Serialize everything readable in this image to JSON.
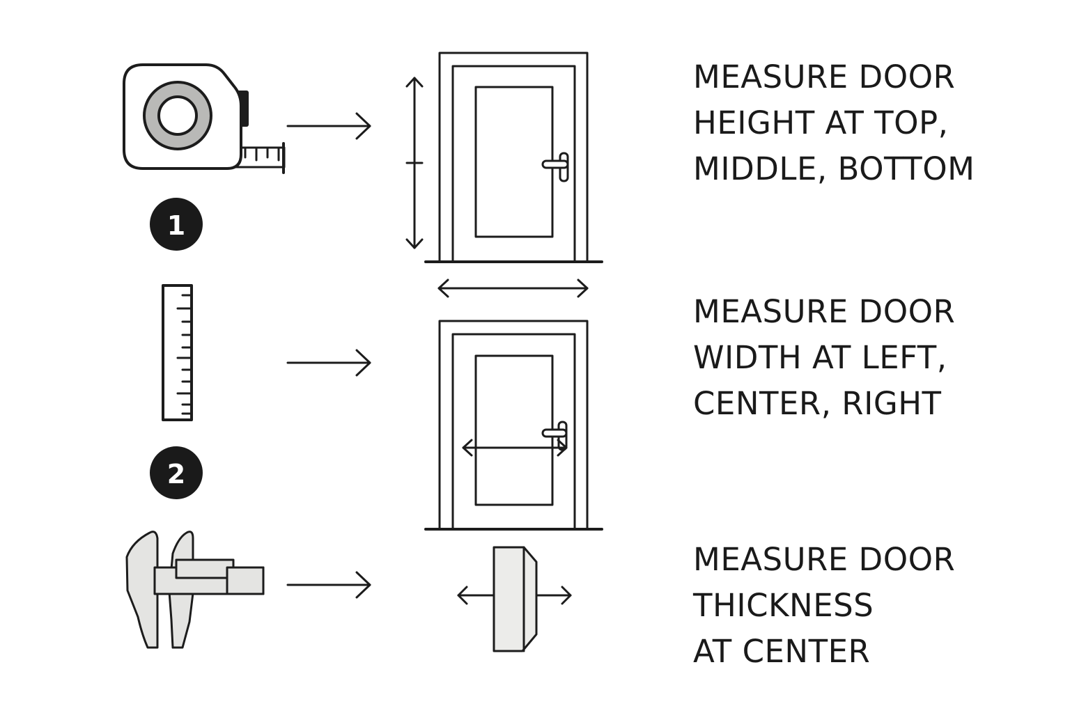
{
  "steps": [
    {
      "number": "1",
      "lines": [
        "MEASURE DOOR",
        "HEIGHT AT TOP,",
        "MIDDLE, BOTTOM"
      ],
      "tool_icon": "tape-measure-icon"
    },
    {
      "number": "2",
      "lines": [
        "MEASURE DOOR",
        "WIDTH AT LEFT,",
        "CENTER, RIGHT"
      ],
      "tool_icon": "ruler-icon"
    },
    {
      "lines": [
        "MEASURE DOOR",
        "THICKNESS",
        "AT CENTER"
      ],
      "tool_icon": "caliper-icon"
    }
  ],
  "colors": {
    "ink": "#1c1c1c",
    "tool_fill": "#e4e4e2",
    "tape_ring": "#b9b9b7",
    "badge": "#1a1a1a",
    "background": "#ffffff"
  }
}
